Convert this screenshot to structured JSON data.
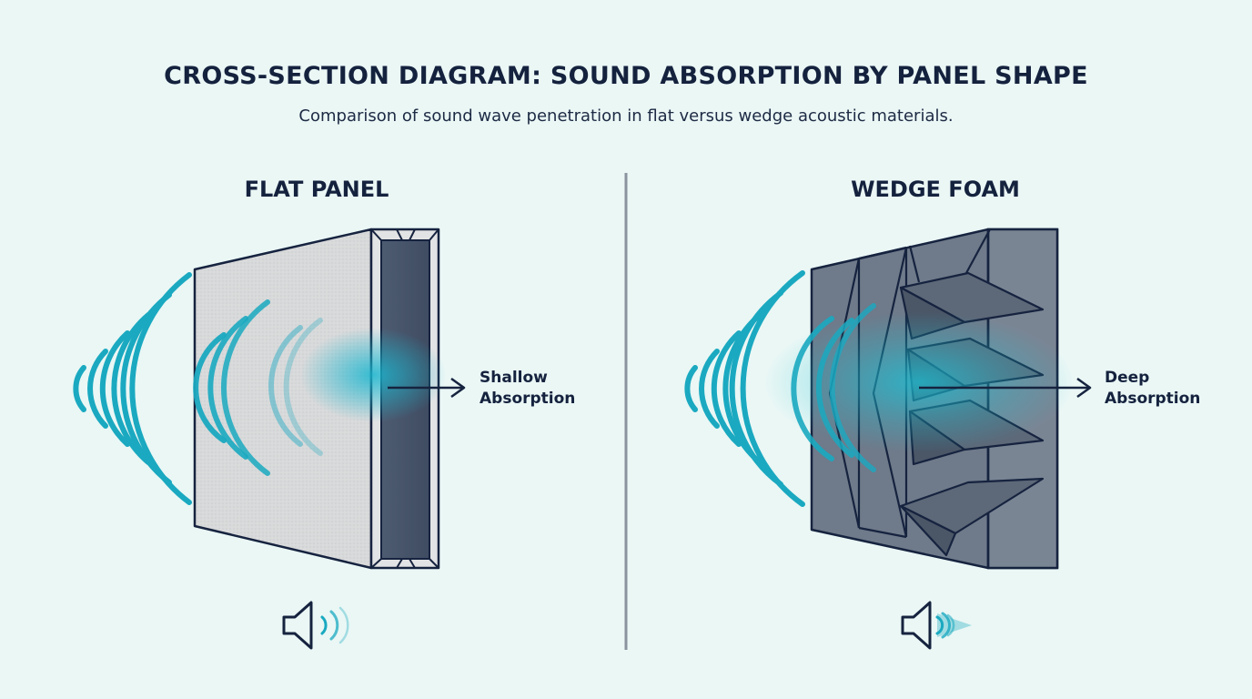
{
  "title": "CROSS-SECTION DIAGRAM: SOUND ABSORPTION BY PANEL SHAPE",
  "subtitle": "Comparison of sound wave penetration in flat versus wedge acoustic materials.",
  "panels": {
    "left": {
      "heading": "FLAT PANEL",
      "callout_line1": "Shallow",
      "callout_line2": "Absorption",
      "icon": "speaker-icon"
    },
    "right": {
      "heading": "WEDGE FOAM",
      "callout_line1": "Deep",
      "callout_line2": "Absorption",
      "icon": "speaker-icon"
    }
  },
  "colors": {
    "background": "#eaf7f5",
    "wave": "#1aa9c0",
    "outline": "#16233f",
    "flat_face": "#d9dadb",
    "foam": "#6f7a8a",
    "divider": "#8a939e"
  }
}
